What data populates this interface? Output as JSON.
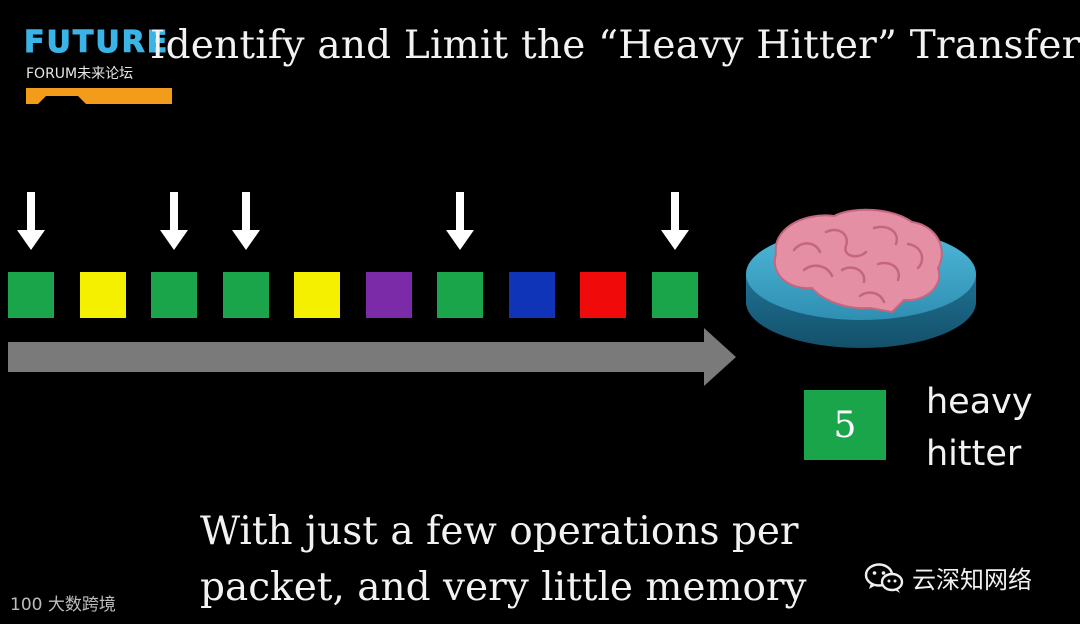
{
  "slide": {
    "title": "Identify and Limit the “Heavy Hitter” Transfers",
    "caption_line1": "With just a few operations per",
    "caption_line2": "packet, and very little memory",
    "counter_value": "5",
    "counter_label_line1": "heavy",
    "counter_label_line2": "hitter"
  },
  "packets": [
    {
      "color": "#1aa54a",
      "marked": true
    },
    {
      "color": "#f5f000",
      "marked": false
    },
    {
      "color": "#1aa54a",
      "marked": true
    },
    {
      "color": "#1aa54a",
      "marked": true
    },
    {
      "color": "#f5f000",
      "marked": false
    },
    {
      "color": "#7b2aa8",
      "marked": false
    },
    {
      "color": "#1aa54a",
      "marked": true
    },
    {
      "color": "#1034b8",
      "marked": false
    },
    {
      "color": "#f00a0a",
      "marked": false
    },
    {
      "color": "#1aa54a",
      "marked": true
    }
  ],
  "colors": {
    "heavy_hitter_green": "#1aa54a",
    "stream_arrow": "#7a7a7a",
    "switch_disk": "#3aa6c8",
    "brain": "#e48fa4"
  },
  "icons": {
    "packet_marker": "down-arrow-icon",
    "switch": "brain-switch-icon",
    "wechat": "wechat-icon"
  },
  "watermarks": {
    "logo_word": "FUTURE",
    "logo_sub": "FORUM未来论坛",
    "left": "100 大数跨境",
    "right": "云深知网络"
  }
}
